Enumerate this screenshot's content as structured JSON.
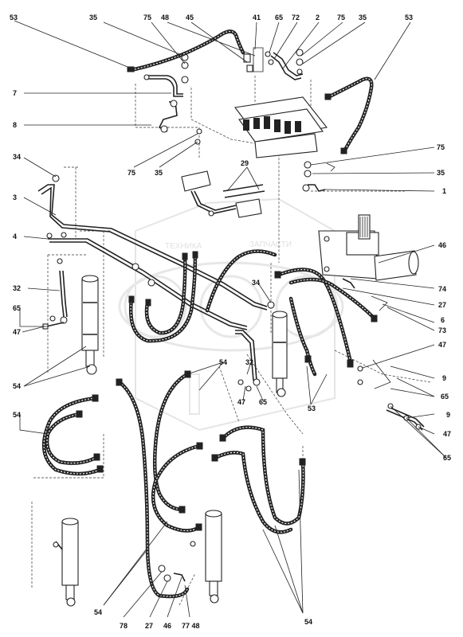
{
  "watermark": {
    "line1": "ТЕХНИКА",
    "line2": "ЗАПЧАСТИ"
  },
  "callouts": [
    {
      "id": "c01",
      "text": "53"
    },
    {
      "id": "c02",
      "text": "35"
    },
    {
      "id": "c03",
      "text": "75"
    },
    {
      "id": "c04",
      "text": "48"
    },
    {
      "id": "c05",
      "text": "45"
    },
    {
      "id": "c06",
      "text": "41"
    },
    {
      "id": "c07",
      "text": "65"
    },
    {
      "id": "c08",
      "text": "72"
    },
    {
      "id": "c09",
      "text": "2"
    },
    {
      "id": "c10",
      "text": "75"
    },
    {
      "id": "c11",
      "text": "35"
    },
    {
      "id": "c12",
      "text": "53"
    },
    {
      "id": "c13",
      "text": "7"
    },
    {
      "id": "c14",
      "text": "8"
    },
    {
      "id": "c15",
      "text": "75"
    },
    {
      "id": "c16",
      "text": "35"
    },
    {
      "id": "c17",
      "text": "34"
    },
    {
      "id": "c18",
      "text": "29"
    },
    {
      "id": "c19",
      "text": "75"
    },
    {
      "id": "c20",
      "text": "35"
    },
    {
      "id": "c21",
      "text": "1"
    },
    {
      "id": "c22",
      "text": "3"
    },
    {
      "id": "c23",
      "text": "4"
    },
    {
      "id": "c24",
      "text": "46"
    },
    {
      "id": "c25",
      "text": "32"
    },
    {
      "id": "c26",
      "text": "34"
    },
    {
      "id": "c27",
      "text": "74"
    },
    {
      "id": "c28",
      "text": "27"
    },
    {
      "id": "c29",
      "text": "65"
    },
    {
      "id": "c30",
      "text": "6"
    },
    {
      "id": "c31",
      "text": "73"
    },
    {
      "id": "c32",
      "text": "47"
    },
    {
      "id": "c33",
      "text": "47"
    },
    {
      "id": "c34",
      "text": "9"
    },
    {
      "id": "c35",
      "text": "65"
    },
    {
      "id": "c36",
      "text": "54"
    },
    {
      "id": "c37",
      "text": "54"
    },
    {
      "id": "c38",
      "text": "32"
    },
    {
      "id": "c39",
      "text": "47"
    },
    {
      "id": "c40",
      "text": "65"
    },
    {
      "id": "c41",
      "text": "53"
    },
    {
      "id": "c42",
      "text": "9"
    },
    {
      "id": "c43",
      "text": "47"
    },
    {
      "id": "c44",
      "text": "54"
    },
    {
      "id": "c45",
      "text": "65"
    },
    {
      "id": "c46",
      "text": "54"
    },
    {
      "id": "c47",
      "text": "78"
    },
    {
      "id": "c48",
      "text": "27"
    },
    {
      "id": "c49",
      "text": "46"
    },
    {
      "id": "c50",
      "text": "77 48"
    },
    {
      "id": "c51",
      "text": "54"
    }
  ]
}
